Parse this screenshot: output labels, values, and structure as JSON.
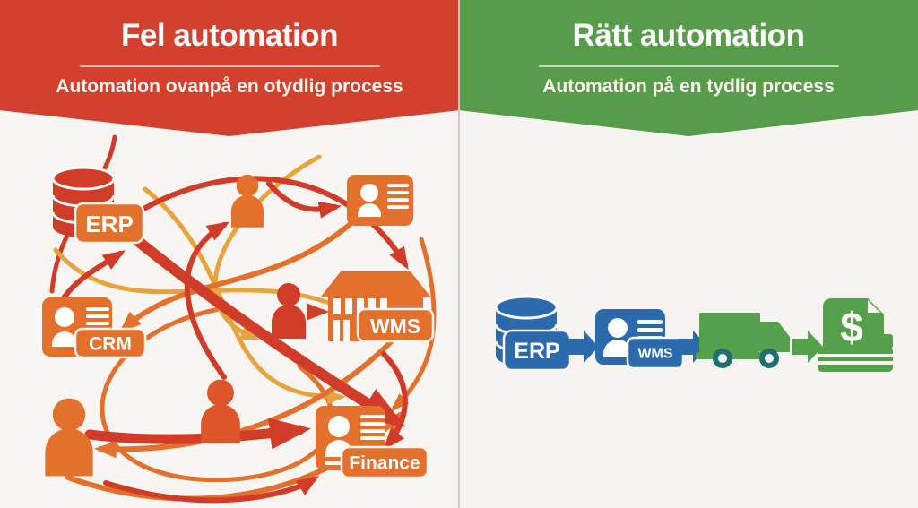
{
  "left_panel": {
    "title": "Fel automation",
    "subtitle": "Automation ovanpå en otydlig process",
    "systems": {
      "erp": "ERP",
      "crm": "CRM",
      "wms": "WMS",
      "finance": "Finance"
    }
  },
  "right_panel": {
    "title": "Rätt automation",
    "subtitle": "Automation på en tydlig process",
    "systems": {
      "erp": "ERP",
      "wms": "WMS"
    },
    "invoice_symbol": "$"
  },
  "colors": {
    "left_banner": "#d4402e",
    "right_banner": "#579c49",
    "red": "#d23b28",
    "red_orange": "#de5529",
    "orange": "#e4702b",
    "amber": "#e8a33d",
    "blue": "#2b6bad",
    "green": "#55a04b",
    "teal": "#1d6f70",
    "bg_left": "#f8f6f3",
    "bg_right": "#f5f4f1",
    "divider": "#cdcbc8"
  }
}
